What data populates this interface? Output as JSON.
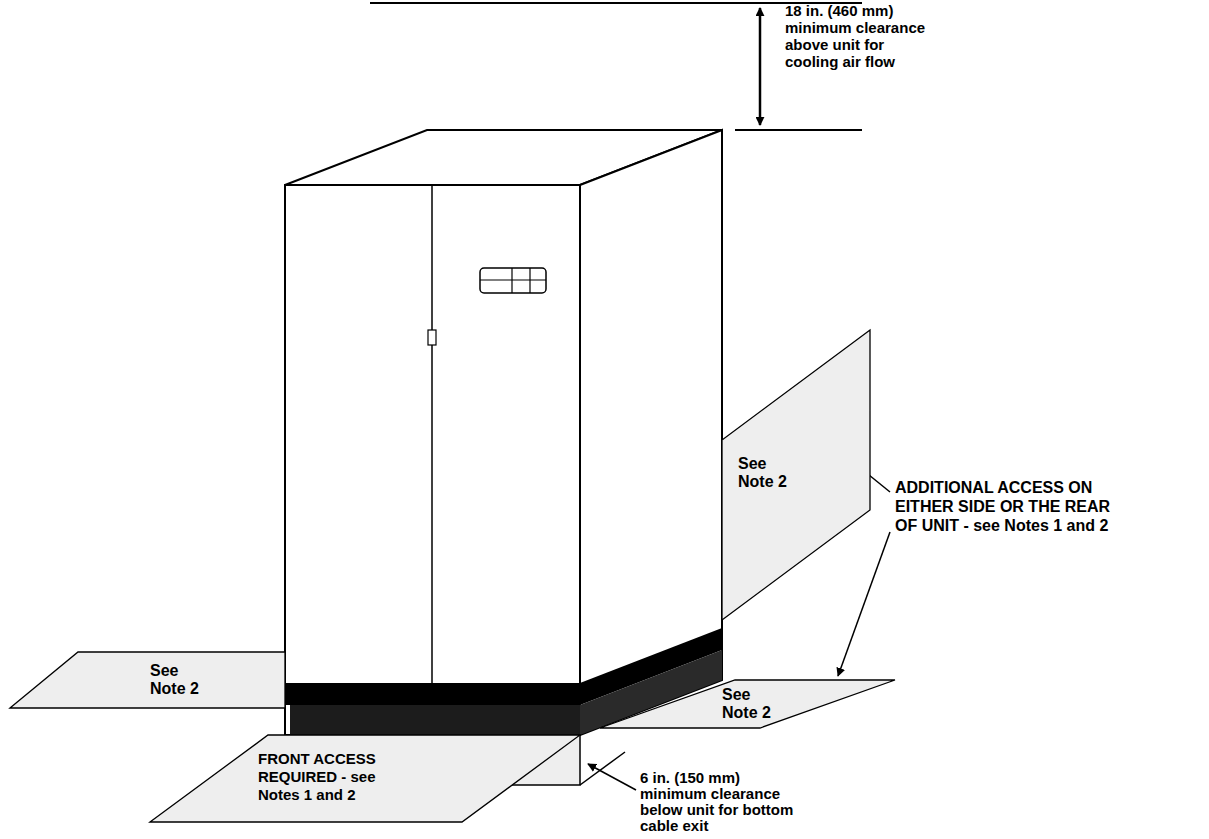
{
  "diagram": {
    "nodes": [
      {
        "text": [
          "See Note 2"
        ]
      },
      {
        "text": [
          "See Note 2"
        ]
      },
      {
        "text": [
          "See Note 2"
        ]
      },
      {
        "text": [
          "FRONT ACCESS REQUIRED - see Notes 1 and 2"
        ]
      }
    ],
    "labels": [
      "18 in. (460 mm) minimum clearance above unit for cooling air flow",
      "ADDITIONAL ACCESS ON EITHER SIDE OR THE REAR OF UNIT - see Notes 1 and 2",
      "6 in. (150 mm) minimum clearance below unit for bottom cable exit"
    ]
  }
}
